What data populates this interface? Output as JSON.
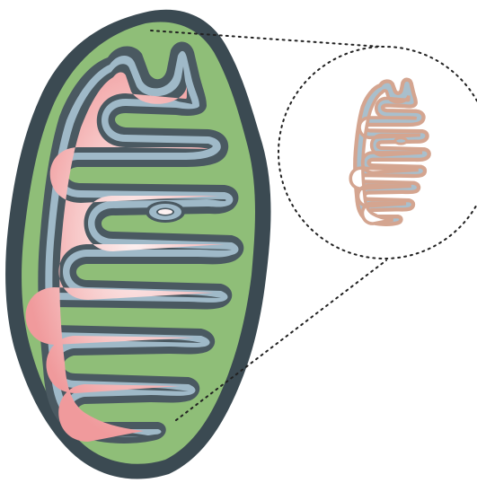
{
  "diagram": {
    "subject": "mitochondrion",
    "labels": []
  },
  "colors": {
    "outer_membrane": "#3b4a52",
    "intermembrane_space": "#8fbe78",
    "inner_membrane": "#9fb9c8",
    "inner_membrane_outline": "#4a5961",
    "matrix": "#f3a9aa",
    "matrix_highlight": "#fdf1f1",
    "zoom_line": "#222222",
    "thumbnail_outline": "#d4a590",
    "thumbnail_fill": "#a9bfcc",
    "background": "#ffffff"
  },
  "icons": [
    "mitochondrion-illustration",
    "magnifier-circle"
  ]
}
